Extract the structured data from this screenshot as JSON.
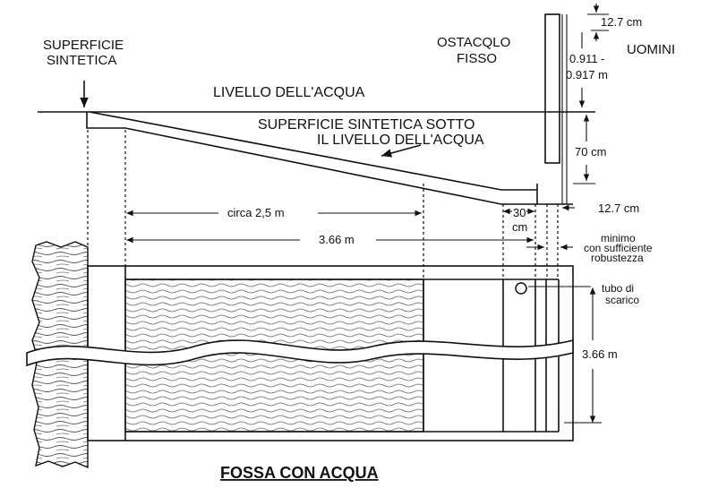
{
  "labels": {
    "synthetic_surface": [
      "SUPERFICIE",
      "SINTETICA"
    ],
    "fixed_obstacle": [
      "OSTACQLO",
      "FISSO"
    ],
    "men": "UOMINI",
    "water_level": "LIVELLO DELL'ACQUA",
    "submerged_surface": [
      "SUPERFICIE SINTETICA SOTTO",
      "IL LIVELLO DELL'ACQUA"
    ],
    "drain_pipe": [
      "tubo di",
      "scarico"
    ],
    "minimum": [
      "minimo",
      "con sufficiente",
      "robustezza"
    ],
    "title": "FOSSA  CON ACQUA"
  },
  "dimensions": {
    "board_top": "12.7 cm",
    "board_height": [
      "0.911 -",
      "0.917 m"
    ],
    "obstacle_depth": "70 cm",
    "board_width": "12.7 cm",
    "slope_length": "circa 2,5 m",
    "pit_length": "3.66 m",
    "gap": [
      "30",
      "cm"
    ],
    "pit_width": "3.66 m"
  }
}
